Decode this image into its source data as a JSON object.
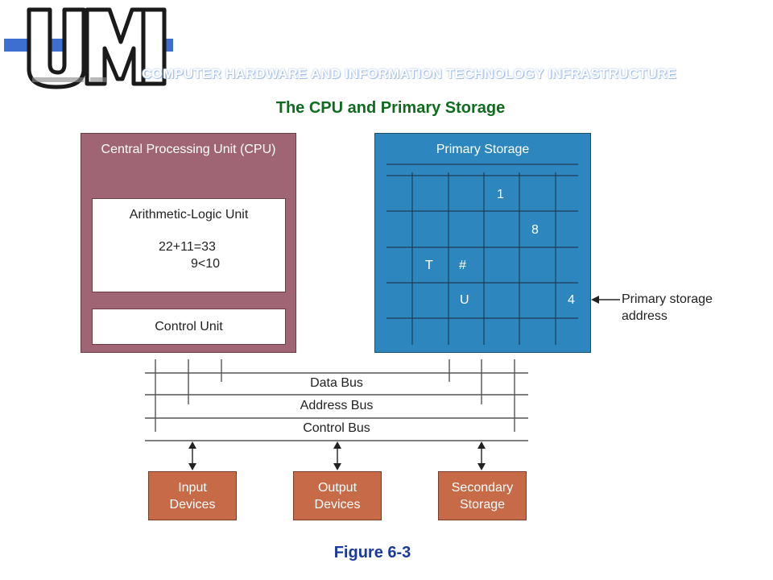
{
  "header": {
    "logo_text": "UMI",
    "banner": "COMPUTER HARDWARE AND INFORMATION TECHNOLOGY INFRASTRUCTURE",
    "title": "The CPU and Primary Storage"
  },
  "cpu": {
    "title": "Central Processing Unit (CPU)",
    "alu_title": "Arithmetic-Logic Unit",
    "alu_line1": "22+11=33",
    "alu_line2": "9<10",
    "control_unit": "Control Unit"
  },
  "storage": {
    "title": "Primary Storage",
    "values": [
      "1",
      "8",
      "T",
      "#",
      "U",
      "4"
    ],
    "pointer_label_line1": "Primary storage",
    "pointer_label_line2": "address"
  },
  "buses": {
    "data": "Data Bus",
    "address": "Address Bus",
    "control": "Control Bus"
  },
  "devices": {
    "input_line1": "Input",
    "input_line2": "Devices",
    "output_line1": "Output",
    "output_line2": "Devices",
    "secondary_line1": "Secondary",
    "secondary_line2": "Storage"
  },
  "caption": "Figure 6-3",
  "colors": {
    "cpu": "#a06574",
    "storage": "#2e86be",
    "device": "#c66a48",
    "title": "#0f6b1e",
    "caption": "#1b3a9e"
  }
}
